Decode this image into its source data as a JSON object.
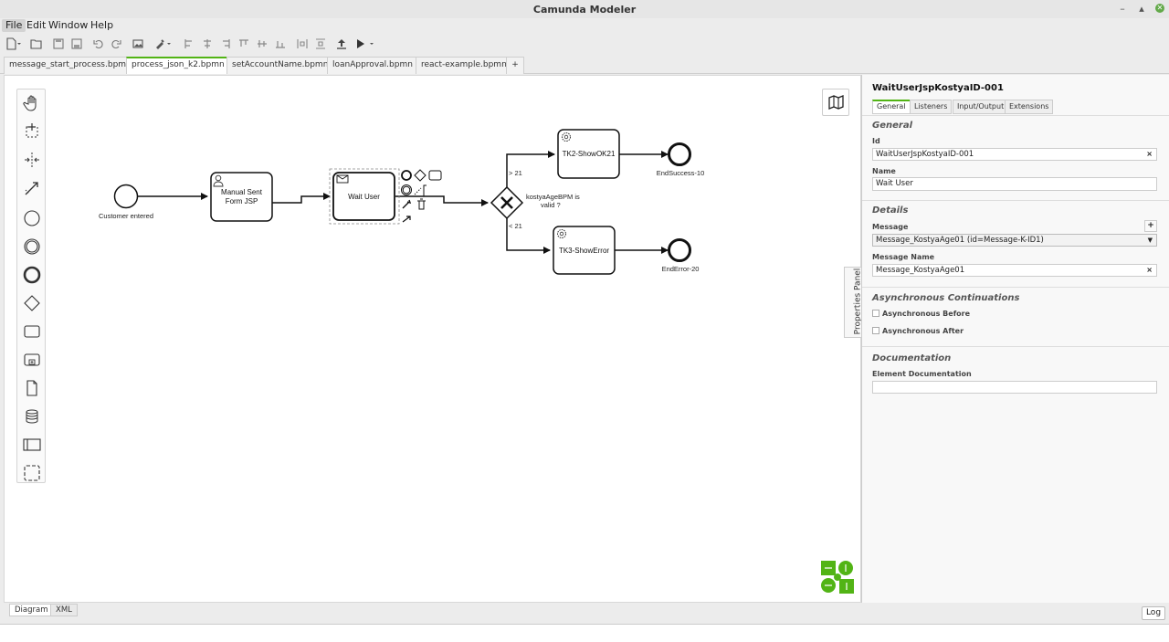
{
  "window": {
    "title": "Camunda Modeler",
    "controls": {
      "minimize": "–",
      "maximize": "▴",
      "close": "✕"
    }
  },
  "menubar": {
    "items": [
      {
        "label": "File"
      },
      {
        "label": "Edit"
      },
      {
        "label": "Window"
      },
      {
        "label": "Help"
      }
    ]
  },
  "toolbar": {
    "icons": [
      "new-file-icon",
      "open-icon",
      "save-icon",
      "save-all-icon",
      "undo-icon",
      "redo-icon",
      "export-image-icon",
      "color-brush-icon",
      "align-left-icon",
      "align-center-icon",
      "align-right-icon",
      "align-top-icon",
      "align-middle-icon",
      "align-bottom-icon",
      "distribute-horizontal-icon",
      "distribute-vertical-icon",
      "deploy-icon",
      "run-icon"
    ]
  },
  "tabs": [
    {
      "label": "message_start_process.bpmn",
      "close": "×"
    },
    {
      "label": "process_json_k2.bpmn",
      "close": "×",
      "active": true
    },
    {
      "label": "setAccountName.bpmn",
      "close": "×"
    },
    {
      "label": "loanApproval.bpmn",
      "close": "×"
    },
    {
      "label": "react-example.bpmn",
      "close": "×"
    },
    {
      "label": "+"
    }
  ],
  "palette": {
    "tools": [
      "hand-tool-icon",
      "lasso-tool-icon",
      "space-tool-icon",
      "connect-tool-icon",
      "start-event-icon",
      "intermediate-event-icon",
      "end-event-icon",
      "gateway-icon",
      "task-icon",
      "subprocess-icon",
      "data-object-icon",
      "data-store-icon",
      "pool-icon",
      "group-icon"
    ]
  },
  "diagram": {
    "start_event": "Customer entered",
    "task_manual_line1": "Manual Sent",
    "task_manual_line2": "Form JSP",
    "task_wait": "Wait User",
    "gateway_line1": "kostyaAgeBPM is",
    "gateway_line2": "valid ?",
    "flow_gt": "> 21",
    "flow_lt": "< 21",
    "task_ok": "TK2-ShowOK21",
    "task_error": "TK3-ShowError",
    "end_success": "EndSuccess-10",
    "end_error": "EndError-20"
  },
  "properties_toggle": "Properties Panel",
  "properties": {
    "title": "WaitUserJspKostyaID-001",
    "tabs": [
      "General",
      "Listeners",
      "Input/Output",
      "Extensions"
    ],
    "general_section": "General",
    "id_label": "Id",
    "id_value": "WaitUserJspKostyaID-001",
    "name_label": "Name",
    "name_value": "Wait User",
    "details_section": "Details",
    "message_label": "Message",
    "message_value": "Message_KostyaAge01 (id=Message-K-ID1)",
    "message_name_label": "Message Name",
    "message_name_value": "Message_KostyaAge01",
    "async_section": "Asynchronous Continuations",
    "async_before": "Asynchronous Before",
    "async_after": "Asynchronous After",
    "documentation_section": "Documentation",
    "element_doc_label": "Element Documentation",
    "clear": "×",
    "add": "+",
    "select_arrow": "▼"
  },
  "bottom": {
    "tabs": [
      "Diagram",
      "XML"
    ],
    "log": "Log"
  },
  "colors": {
    "accent": "#52b415",
    "camunda_green": "#52b415"
  }
}
